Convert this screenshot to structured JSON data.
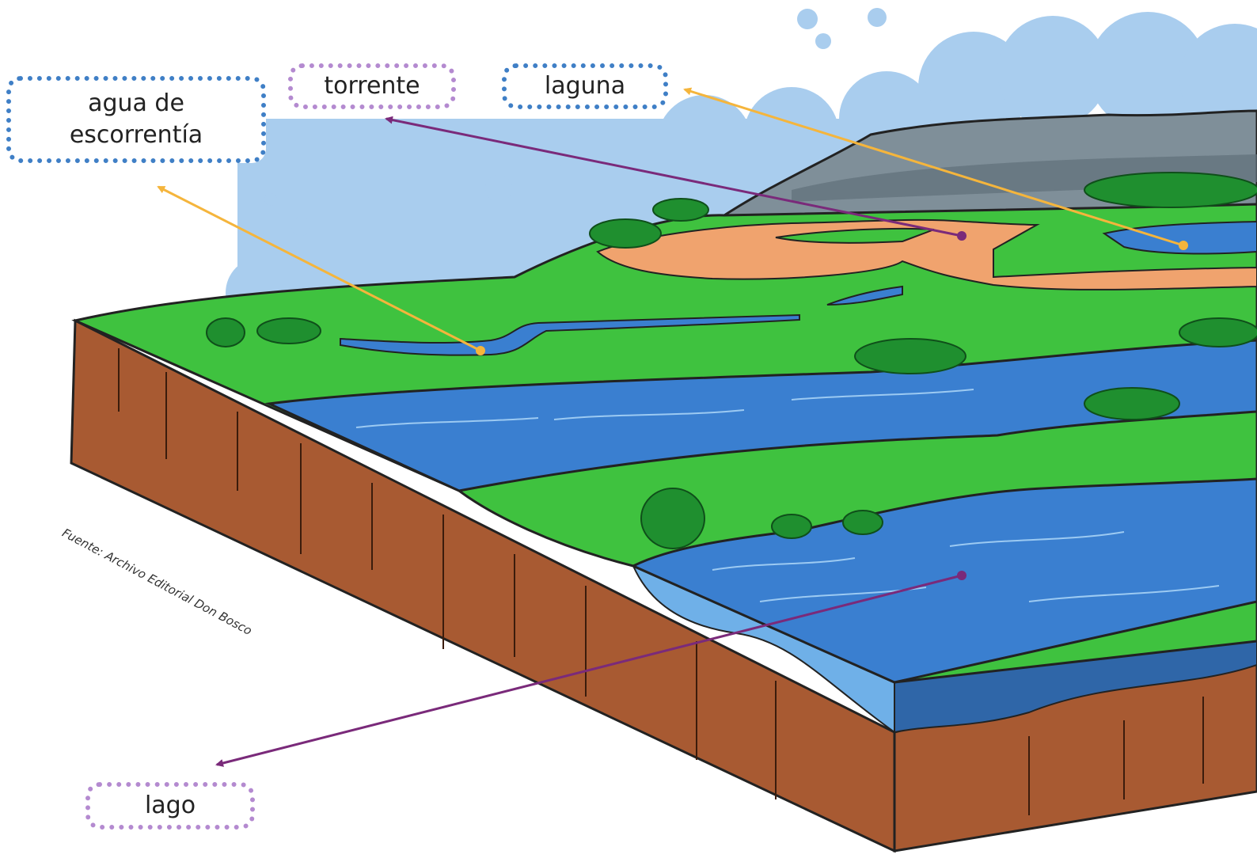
{
  "labels": {
    "agua_line1": "agua de",
    "agua_line2": "escorrentía",
    "torrente": "torrente",
    "laguna": "laguna",
    "lago": "lago"
  },
  "credit": "Fuente: Archivo Editorial Don Bosco",
  "colors": {
    "grass": "#3fc23f",
    "grass_dark": "#1f8f2f",
    "water": "#3a7fd0",
    "water_light": "#6fb0e8",
    "soil": "#a85a32",
    "sand": "#f0a36e",
    "cloud": "#a9cdee",
    "mountain": "#7f8f99",
    "arrow_yellow": "#f5b53c",
    "arrow_purple": "#7a2a7a",
    "label_blue_border": "#3f7fc6",
    "label_purple_border": "#b48ad0"
  }
}
